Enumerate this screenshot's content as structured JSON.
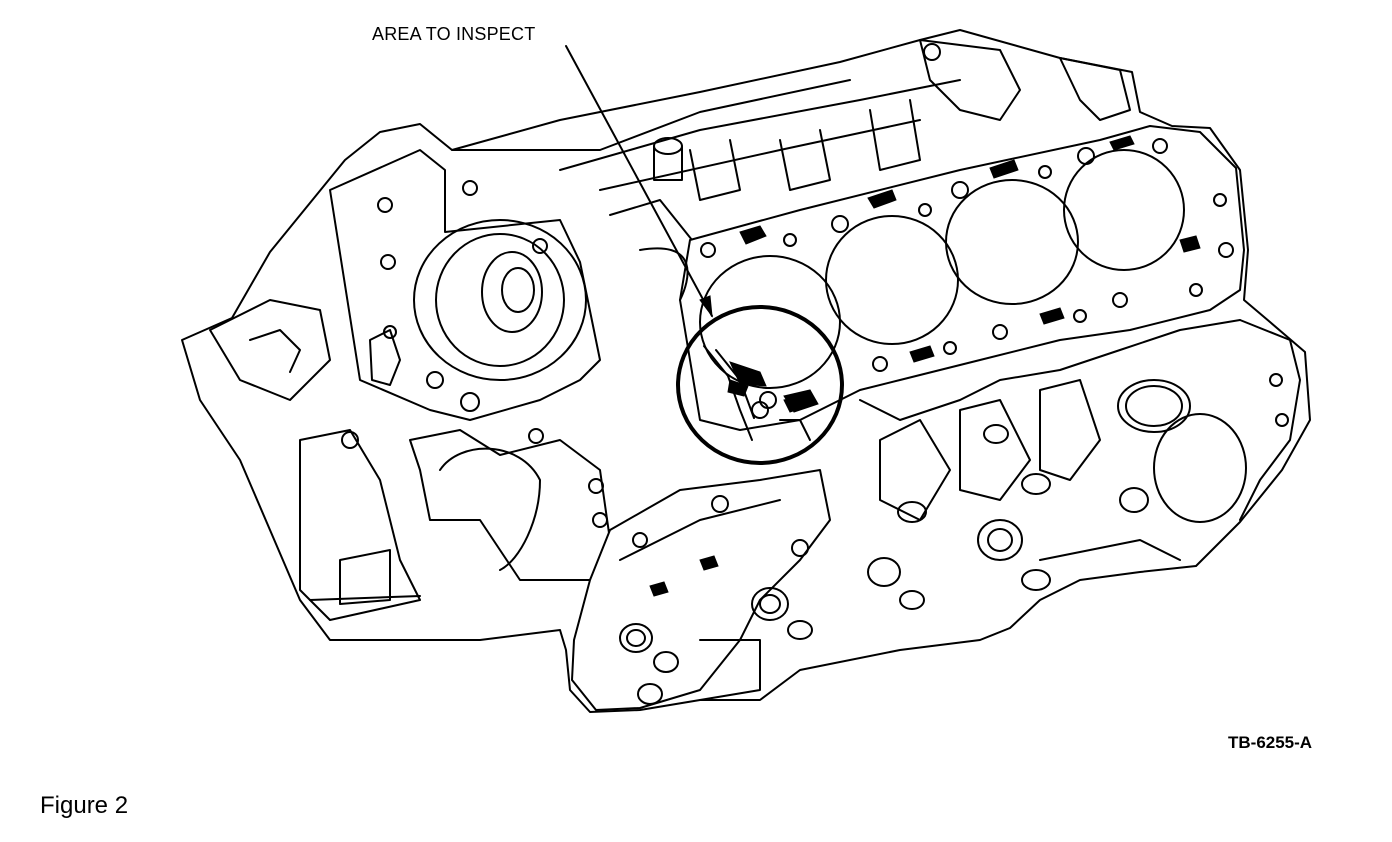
{
  "callout": {
    "label": "AREA TO INSPECT"
  },
  "part_code": "TB-6255-A",
  "caption": "Figure 2"
}
